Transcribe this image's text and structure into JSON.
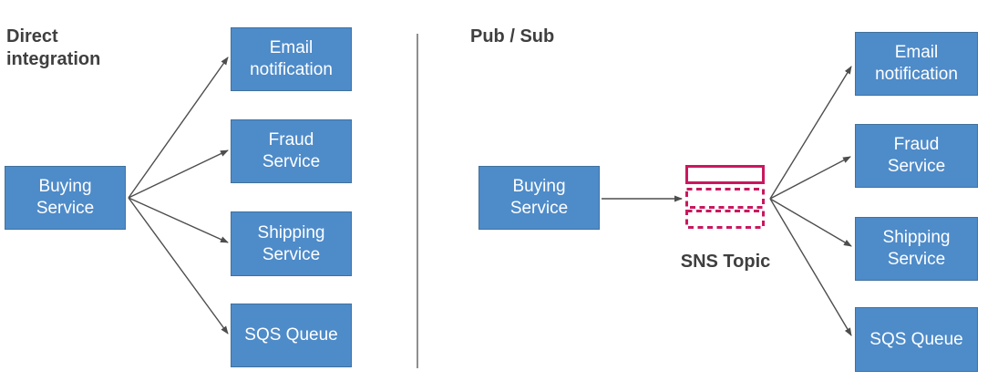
{
  "left_panel": {
    "title": "Direct\nintegration",
    "source_node": "Buying\nService",
    "targets": [
      "Email\nnotification",
      "Fraud\nService",
      "Shipping\nService",
      "SQS Queue"
    ]
  },
  "right_panel": {
    "title": "Pub / Sub",
    "source_node": "Buying\nService",
    "topic_label": "SNS Topic",
    "targets": [
      "Email\nnotification",
      "Fraud\nService",
      "Shipping\nService",
      "SQS Queue"
    ]
  },
  "colors": {
    "node_fill": "#4e8bc9",
    "node_border": "#41719c",
    "node_text": "#ffffff",
    "heading_text": "#3f3f3f",
    "arrow": "#4d4d4d",
    "divider": "#8f8f8f",
    "sns_topic_outline": "#c9185e"
  }
}
